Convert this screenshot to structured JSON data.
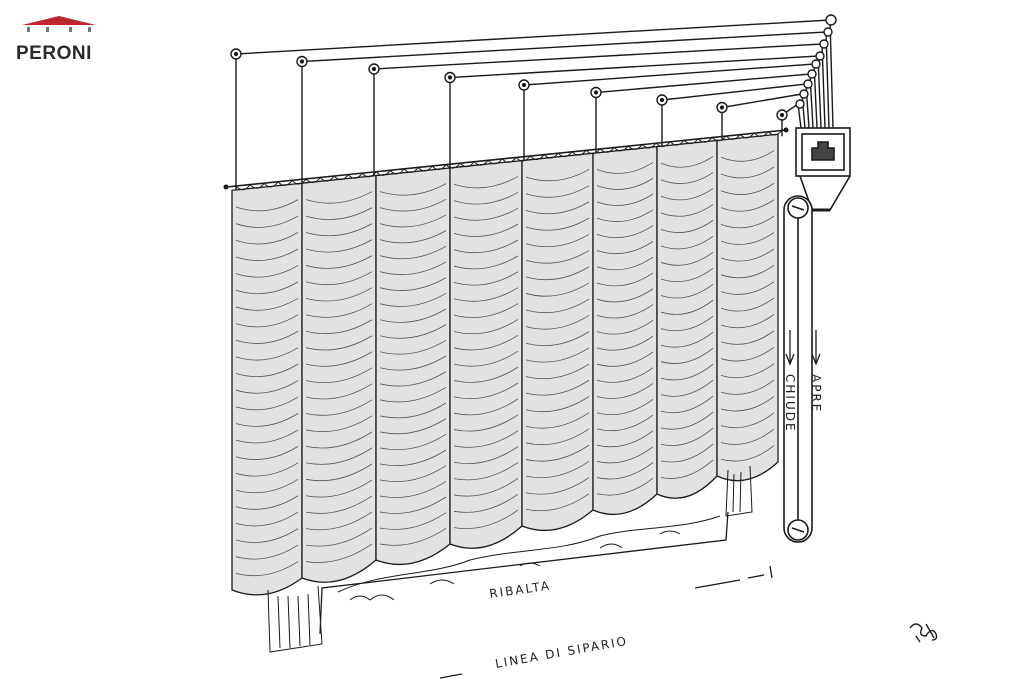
{
  "brand": {
    "name": "PERONI",
    "roof_color": "#c0262d",
    "text_color": "#2a2a2a"
  },
  "labels": {
    "ribalta": "RIBALTA",
    "linea": "LINEA DI SIPARIO",
    "chiude": "CHIUDE",
    "apre": "APRE"
  },
  "colors": {
    "fabric": "#e2e2e2",
    "ink": "#1a1a1a"
  },
  "panels": 8,
  "signature_icon": "artist-signature-icon"
}
